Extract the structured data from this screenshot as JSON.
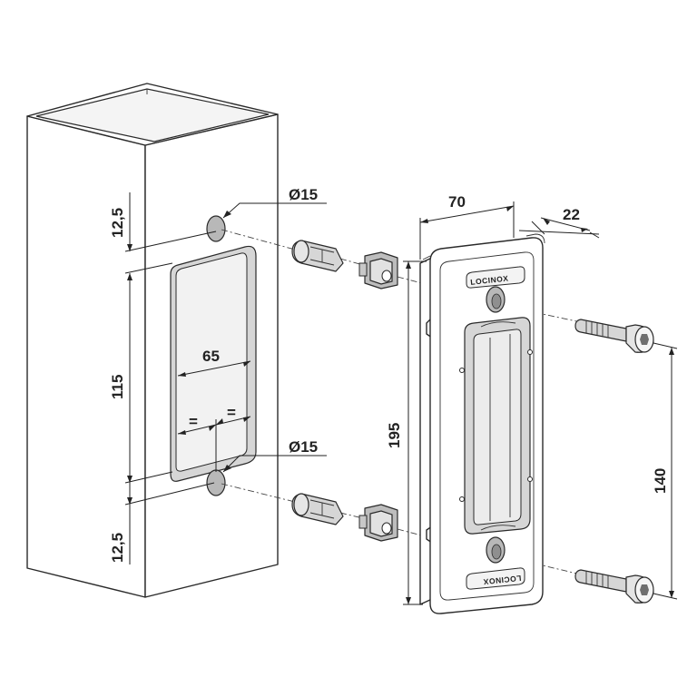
{
  "dimensions": {
    "top_offset": "12,5",
    "bottom_offset": "12,5",
    "cutout_height": "115",
    "cutout_width": "65",
    "equal_left": "=",
    "equal_right": "=",
    "hole_top_diameter": "Ø15",
    "hole_bottom_diameter": "Ø15",
    "keep_width": "70",
    "keep_depth": "22",
    "keep_height": "195",
    "screw_spacing": "140"
  },
  "brand": {
    "top_logo": "LOCINOX",
    "bottom_logo": "LOCINOX"
  }
}
